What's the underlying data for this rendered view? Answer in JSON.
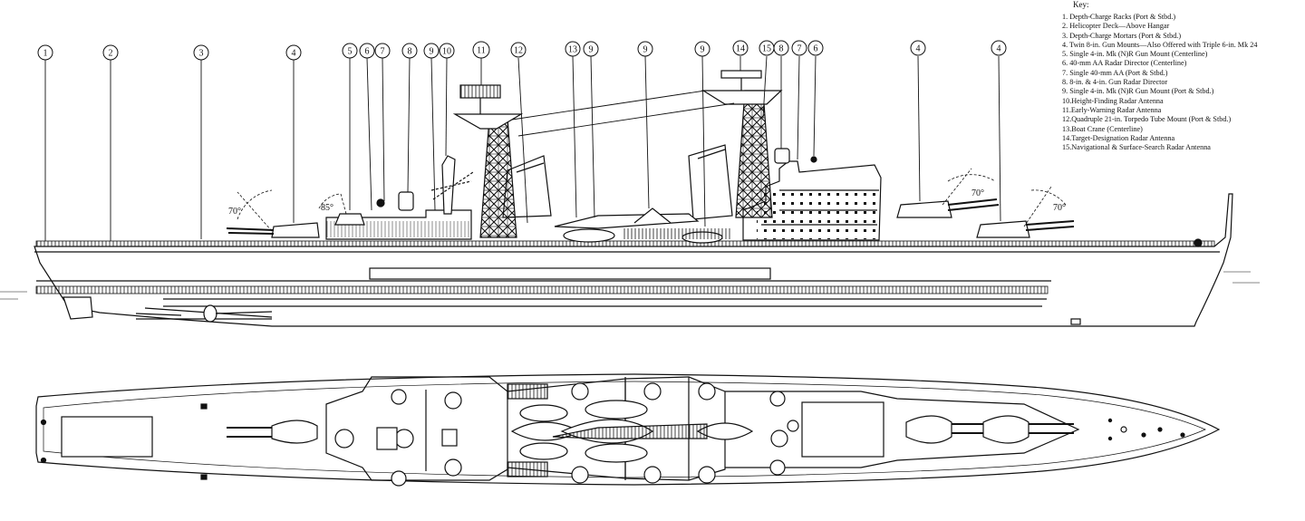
{
  "key": {
    "title": "Key:",
    "items": [
      "1. Depth-Charge Racks (Port & Stbd.)",
      "2. Helicopter Deck—Above Hangar",
      "3. Depth-Charge Mortars (Port & Stbd.)",
      "4. Twin 8-in. Gun Mounts—Also Offered with Triple 6-in. Mk 24",
      "5. Single 4-in. Mk (N)R Gun Mount (Centerline)",
      "6. 40-mm AA Radar Director (Centerline)",
      "7. Single 40-mm AA (Port & Stbd.)",
      "8. 8-in. & 4-in. Gun Radar Director",
      "9. Single 4-in. Mk (N)R Gun Mount (Port & Stbd.)",
      "10.Height-Finding Radar Antenna",
      "11.Early-Warning Radar Antenna",
      "12.Quadruple 21-in. Torpedo Tube Mount (Port & Stbd.)",
      "13.Boat Crane (Centerline)",
      "14.Target-Designation Radar Antenna",
      "15.Navigational & Surface-Search Radar Antenna"
    ]
  },
  "callouts": [
    "1",
    "2",
    "3",
    "4",
    "5",
    "6",
    "7",
    "8",
    "9",
    "10",
    "11",
    "12",
    "13",
    "9",
    "9",
    "9",
    "14",
    "15",
    "8",
    "7",
    "6",
    "4",
    "4"
  ],
  "angles": [
    "70°",
    "85°",
    "70°",
    "70°"
  ]
}
